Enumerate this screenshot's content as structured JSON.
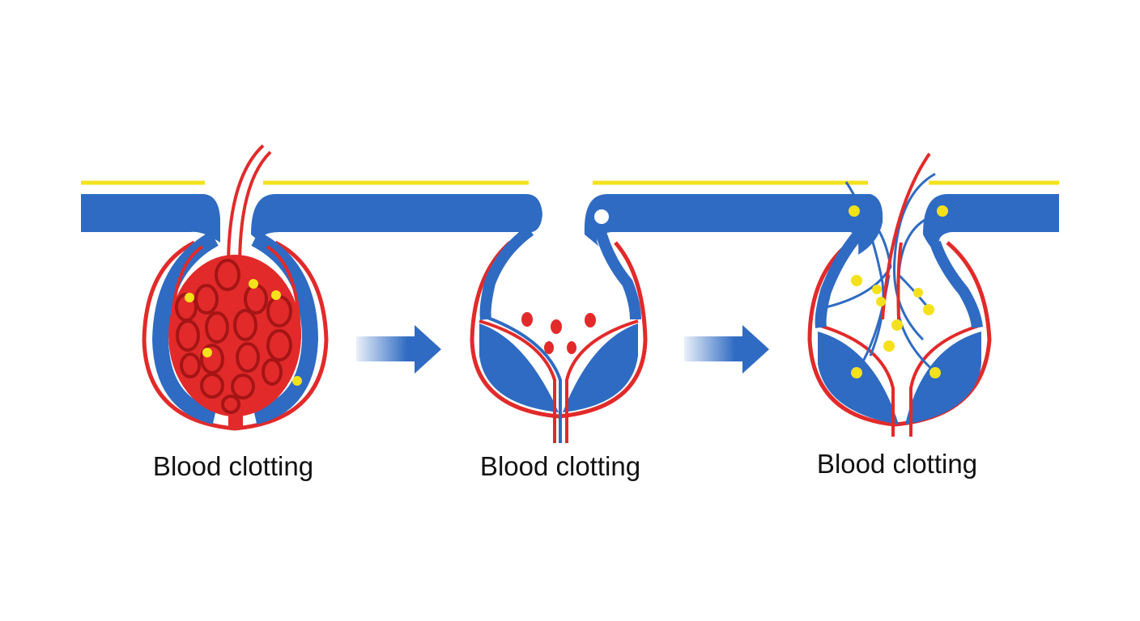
{
  "colors": {
    "blue": "#2f6bc2",
    "red": "#e22a2a",
    "dark_red": "#a51515",
    "yellow": "#f4e11c"
  },
  "panels": [
    {
      "label": "Blood clotting"
    },
    {
      "label": "Blood clotting"
    },
    {
      "label": "Blood clotting"
    }
  ],
  "arrows": [
    {
      "icon": "arrow-right-icon"
    },
    {
      "icon": "arrow-right-icon"
    }
  ]
}
